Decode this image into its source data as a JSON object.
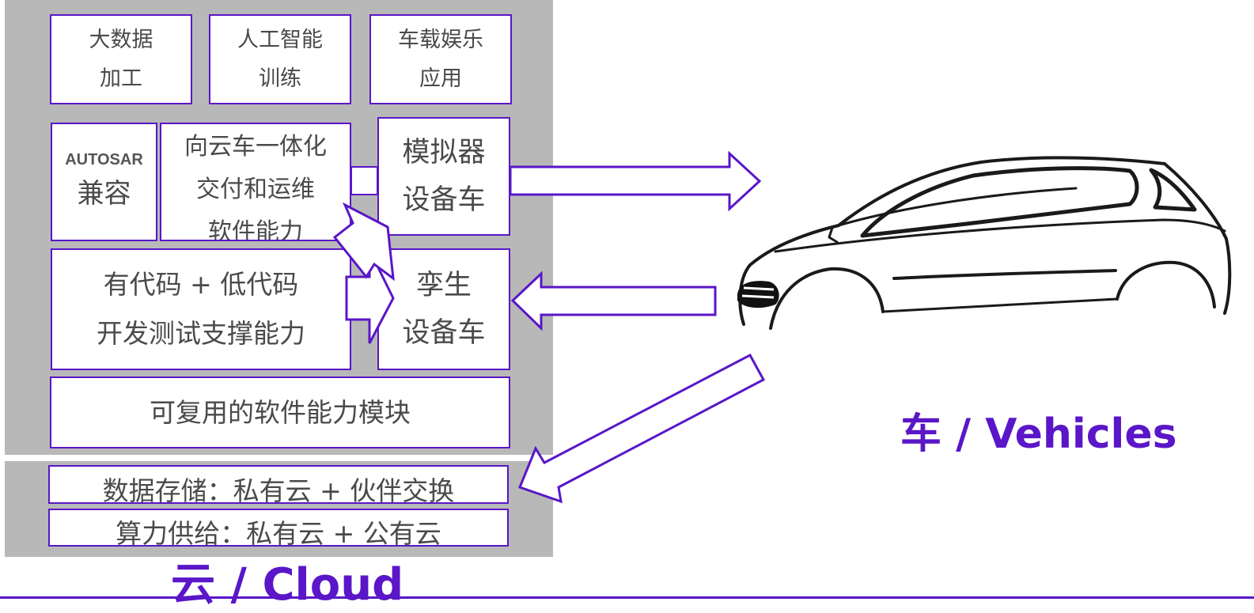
{
  "colors": {
    "accent": "#5a16c8",
    "panel": "#b8b8b8",
    "text": "#4a4a4a"
  },
  "cloud": {
    "row1": [
      {
        "name": "big-data-box",
        "lines": [
          "大数据",
          "加工"
        ]
      },
      {
        "name": "ai-training-box",
        "lines": [
          "人工智能",
          "训练"
        ]
      },
      {
        "name": "infotainment-box",
        "lines": [
          "车载娱乐",
          "应用"
        ]
      }
    ],
    "autosar": {
      "top": "AUTOSAR",
      "bottom": "兼容"
    },
    "integration": {
      "lines": [
        "向云车一体化",
        "交付和运维",
        "软件能力"
      ]
    },
    "simulator": {
      "lines": [
        "模拟器",
        "设备车"
      ]
    },
    "code": {
      "lines": [
        "有代码 + 低代码",
        "开发测试支撑能力"
      ]
    },
    "twin": {
      "lines": [
        "孪生",
        "设备车"
      ]
    },
    "reusable": "可复用的软件能力模块",
    "storage": "数据存储：私有云 + 伙伴交换",
    "compute": "算力供给：私有云 + 公有云",
    "label": "云 / Cloud"
  },
  "vehicle": {
    "label": "车 / Vehicles"
  }
}
